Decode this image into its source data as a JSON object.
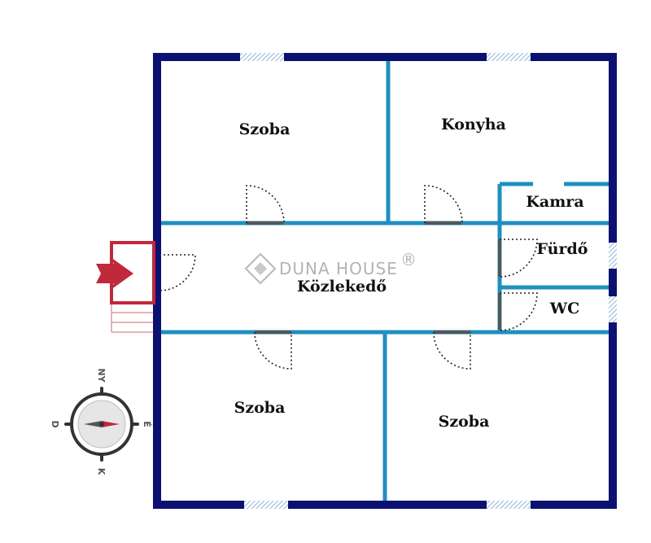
{
  "floorplan": {
    "rooms": {
      "szoba_top_left": "Szoba",
      "konyha": "Konyha",
      "kamra": "Kamra",
      "furdo": "Fürdő",
      "kozlekedo": "Közlekedő",
      "wc": "WC",
      "szoba_bottom_left": "Szoba",
      "szoba_bottom_right": "Szoba"
    },
    "watermark": "DUNA HOUSE",
    "watermark_mark": "®",
    "compass": {
      "north": "NY",
      "east": "É",
      "south": "K",
      "west": "D"
    },
    "colors": {
      "outer_wall": "#0b1170",
      "inner_wall": "#1f8fbf",
      "window": "#a9c7e3",
      "entrance": "#c0283c",
      "door_swing": "#222222"
    }
  }
}
